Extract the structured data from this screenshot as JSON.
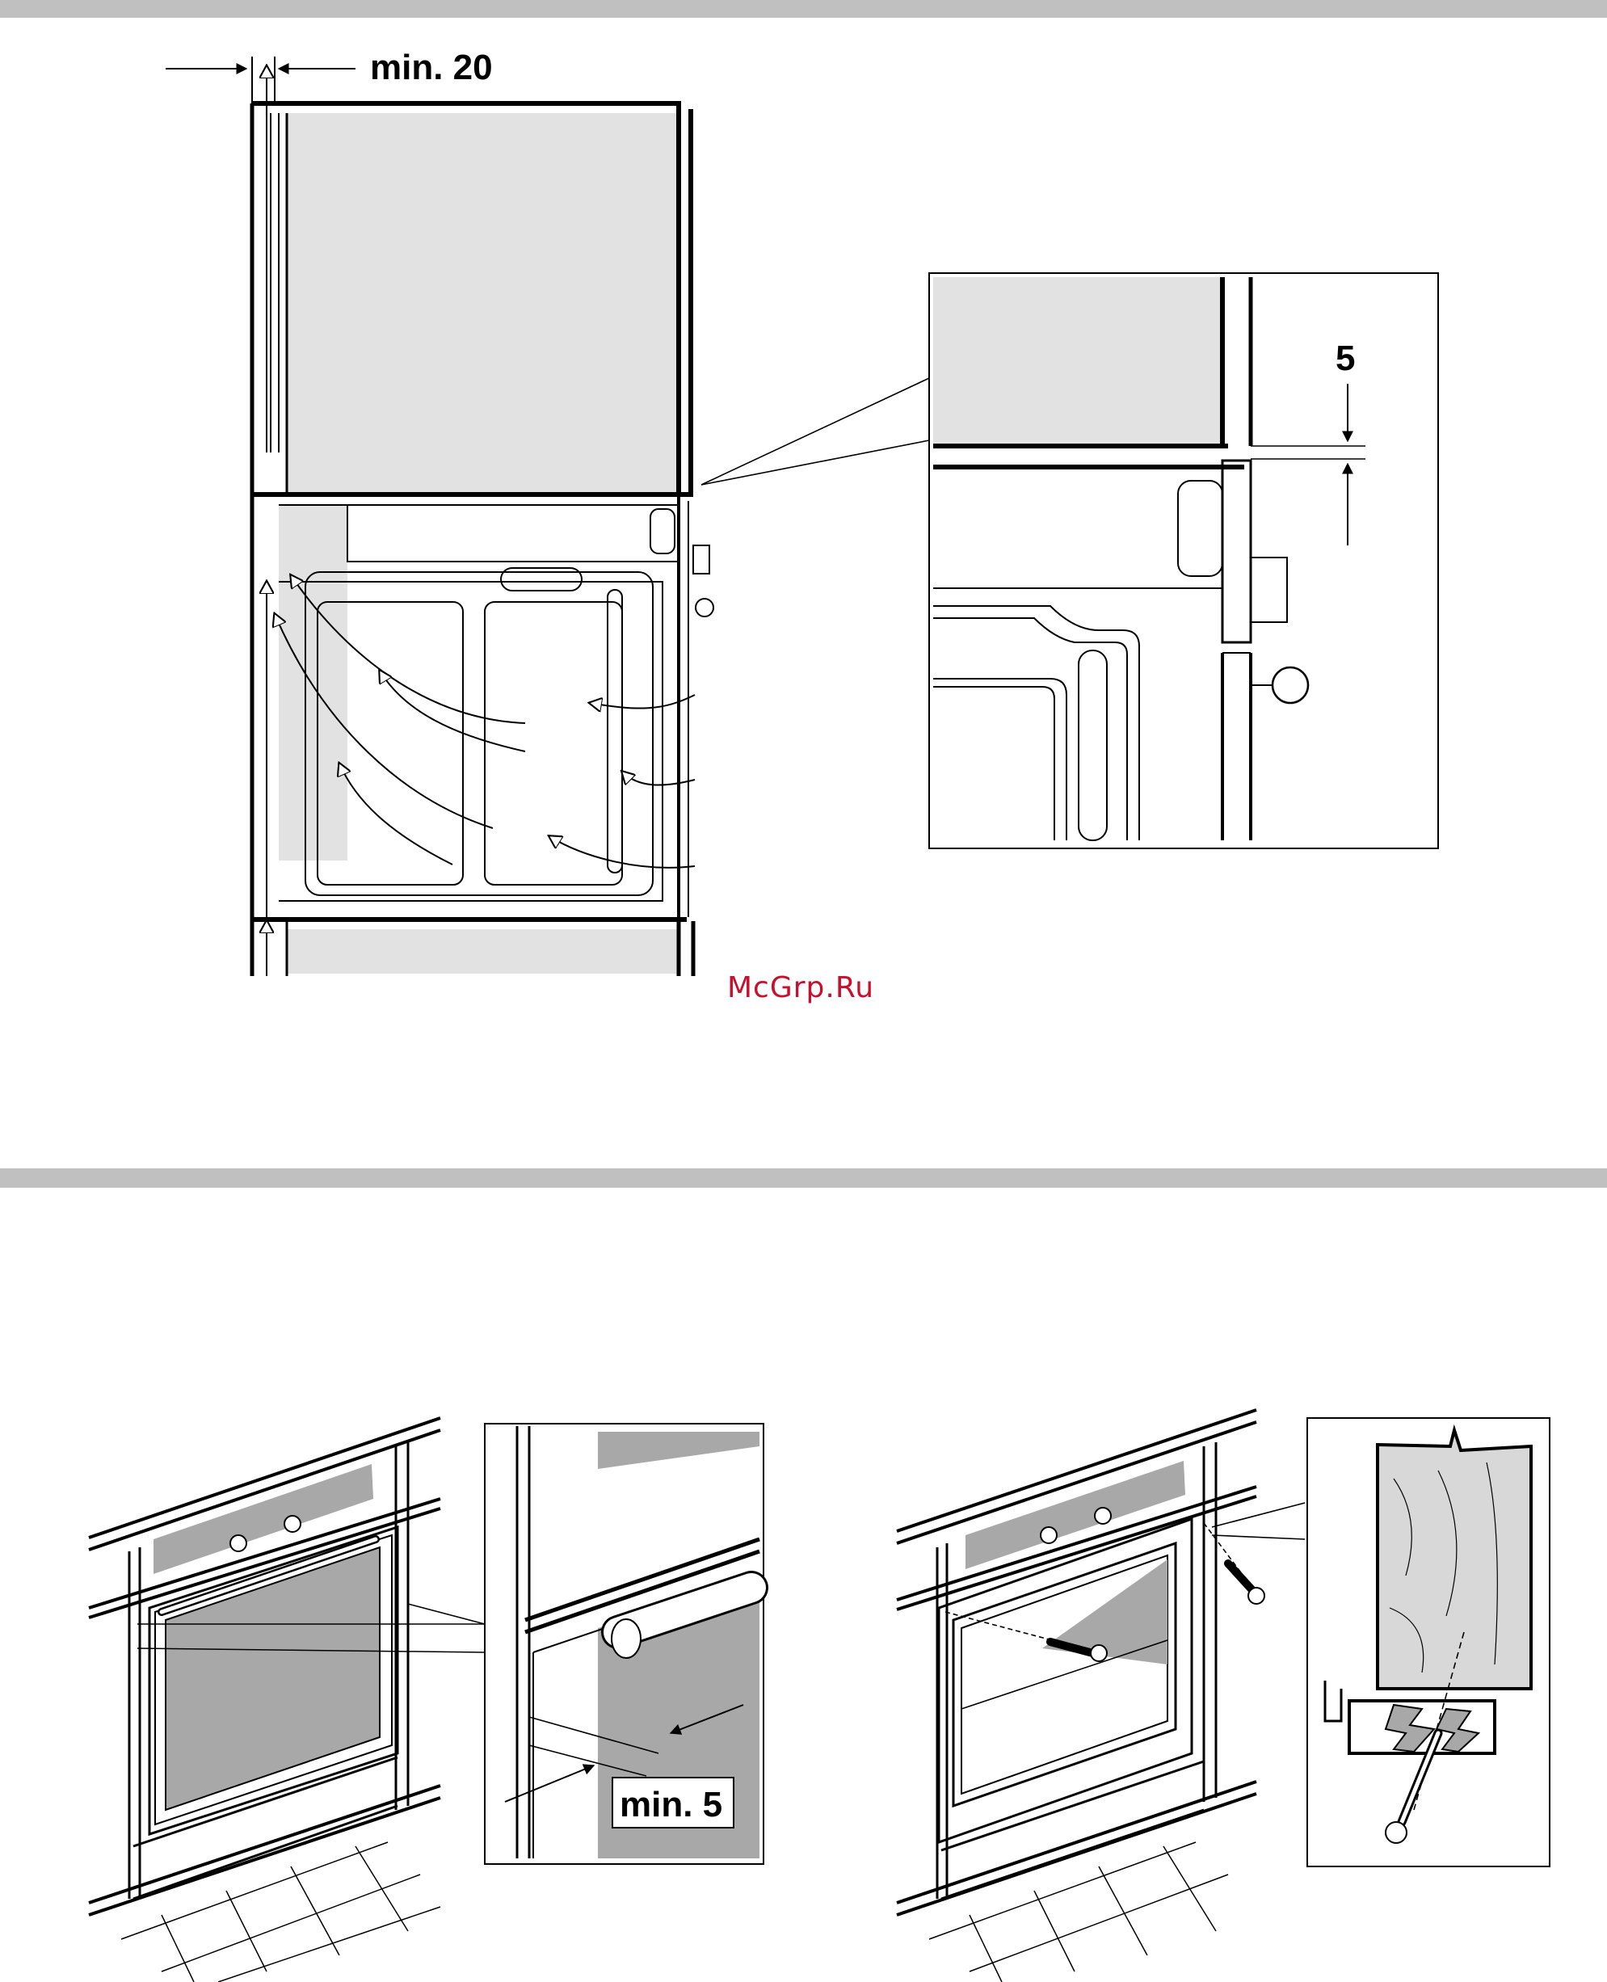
{
  "labels": {
    "top_gap": "min. 20",
    "detail_gap": "5",
    "bottom_gap": "min. 5"
  },
  "watermark": "McGrp.Ru",
  "colors": {
    "band": "#c0c0c0",
    "panel_fill": "#e2e2e2",
    "door_glass": "#a8a8a8",
    "wood_fill": "#d8d8d8",
    "line": "#000000",
    "watermark": "#c8102e"
  }
}
